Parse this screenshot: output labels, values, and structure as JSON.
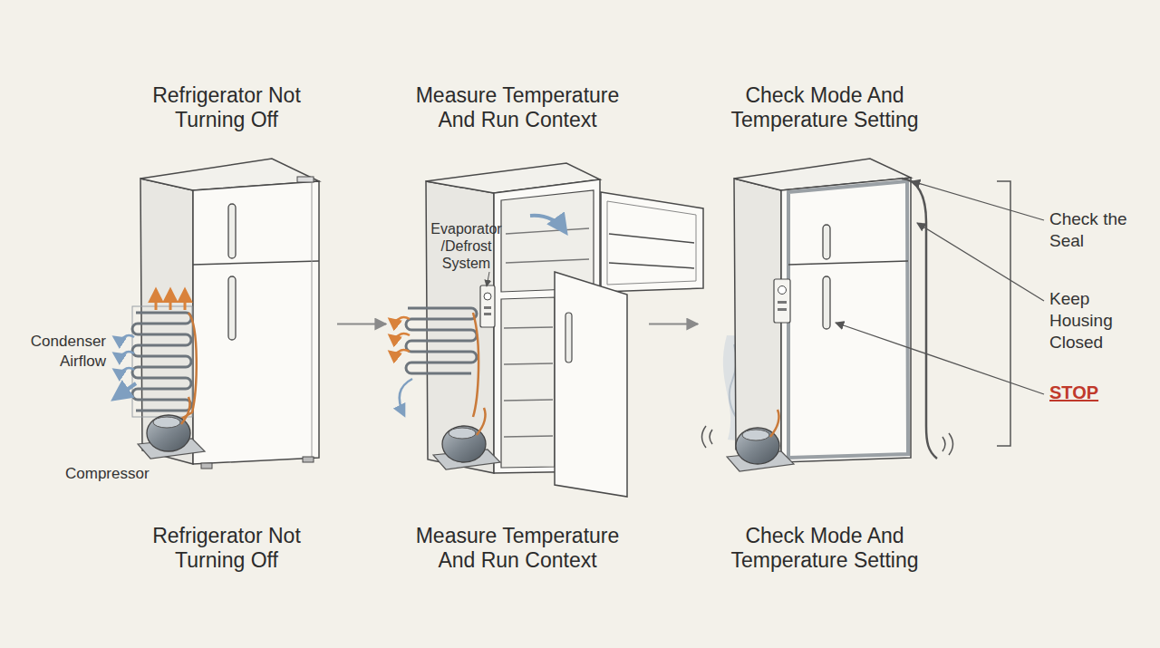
{
  "diagram": {
    "nodes": [
      {
        "text": [
          "Refrigerator Not Turning Off",
          "Refrigerator Not Turning Off"
        ]
      },
      {
        "text": [
          "Measure Temperature And Run Context",
          "Measure Temperature And Run Context"
        ]
      },
      {
        "text": [
          "Check Mode And Temperature Setting",
          "Check Mode And Temperature Setting"
        ]
      }
    ],
    "edges": [
      {
        "from": 0,
        "to": 1,
        "arrow": "to"
      },
      {
        "from": 1,
        "to": 2,
        "arrow": "to"
      }
    ],
    "labels": [
      "Condenser Airflow",
      "Compressor",
      "Evaporator /Defrost System",
      "Check the Seal",
      "Keep Housing Closed",
      "STOP"
    ]
  }
}
